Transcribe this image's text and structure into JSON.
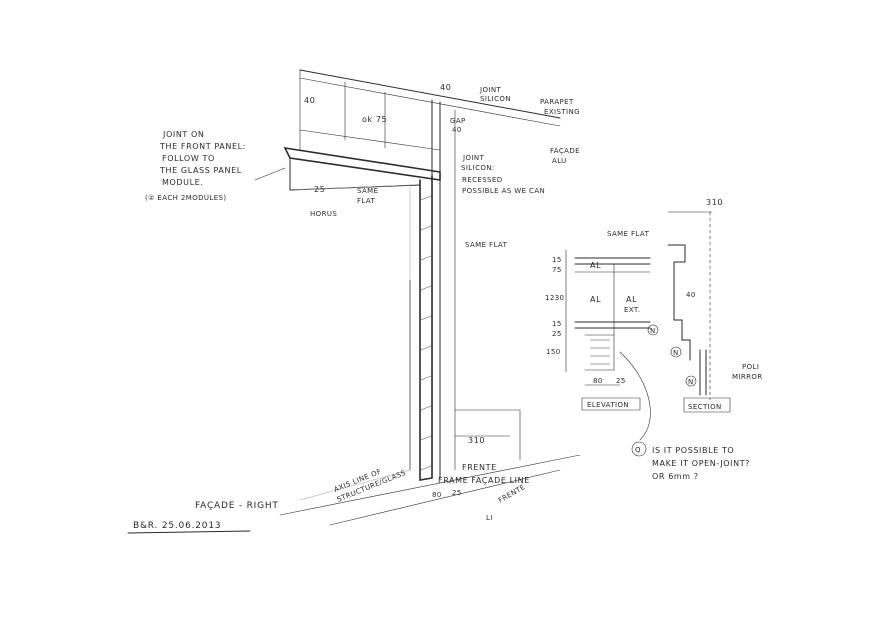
{
  "sketch": {
    "title": "FAÇADE - RIGHT",
    "signature_date": "B&R. 25.06.2013"
  },
  "perspective_labels": {
    "dim_40_left": "40",
    "dim_40_top": "40",
    "dim_ok75": "ok 75",
    "gap": "GAP",
    "gap_40": "40",
    "joint_silicon_top": [
      "JOINT",
      "SILICON"
    ],
    "parapet_existing": [
      "PARAPET",
      "EXISTING"
    ],
    "facade_alu": [
      "FAÇADE",
      "ALU"
    ],
    "joint_front_panel": [
      "JOINT ON",
      "THE FRONT PANEL:",
      "FOLLOW TO",
      "THE GLASS PANEL",
      "MODULE."
    ],
    "each_modules": "(② EACH 2MODULES)",
    "dim_25": "25",
    "same_flat_1": [
      "SAME",
      "FLAT"
    ],
    "horus": "HORUS",
    "joint_silicon_recessed": [
      "JOINT",
      "SILICON:",
      "RECESSED",
      "POSSIBLE AS WE CAN"
    ],
    "same_flat_2": "SAME FLAT",
    "dim_310": "310",
    "frente": "FRENTE",
    "frame_facade_line": "FRAME FAÇADE LINE",
    "axis_line": [
      "AXIS LINE OF",
      "STRUCTURE/GLASS"
    ],
    "dim_80": "80",
    "dim_25b": "25",
    "frente_li": [
      "FRENTE",
      "LI"
    ]
  },
  "elevation": {
    "same_flat": "SAME FLAT",
    "dims": [
      "15",
      "75",
      "1230",
      "15",
      "25",
      "150"
    ],
    "al": "AL",
    "al_ext": [
      "AL",
      "EXT."
    ],
    "bottom_dims": [
      "80",
      "25"
    ],
    "caption": "ELEVATION"
  },
  "section": {
    "dim_310": "310",
    "dim_40": "40",
    "markers": [
      "N",
      "N",
      "N"
    ],
    "poli_mirror": [
      "POLI",
      "MIRROR"
    ],
    "caption": "SECTION"
  },
  "question": {
    "marker": "Q",
    "lines": [
      "IS IT POSSIBLE TO",
      "MAKE IT OPEN-JOINT?",
      "OR 6mm ?"
    ]
  }
}
